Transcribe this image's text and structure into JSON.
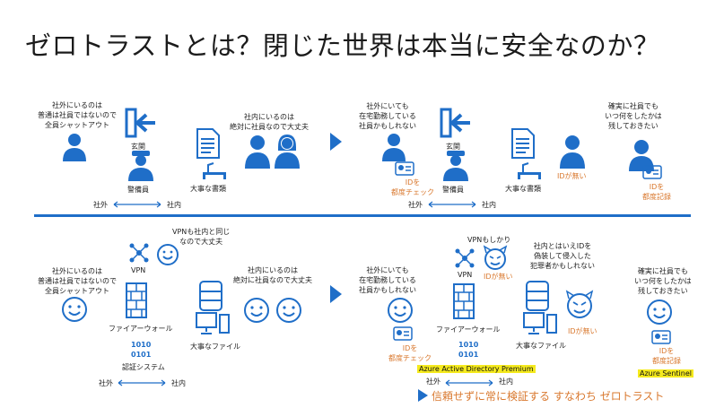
{
  "title": "ゼロトラストとは？閉じた世界は本当に安全なのか？",
  "colors": {
    "blue": "#1f6ec8",
    "orange": "#d9782e",
    "highlight": "#f5ea1e"
  },
  "top_left": {
    "outside_note": "社外にいるのは\n普通は社員ではないので\n全員シャットアウト",
    "entrance_label": "玄関",
    "guard_label": "警備員",
    "inside_note": "社内にいるのは\n絶対に社員なので大丈夫",
    "documents_label": "大事な書類",
    "outside_label": "社外",
    "inside_label": "社内"
  },
  "top_right": {
    "outside_note": "社外にいても\n在宅勤務している\n社員かもしれない",
    "id_check_label": "IDを\n都度チェック",
    "entrance_label": "玄関",
    "guard_label": "警備員",
    "documents_label": "大事な書類",
    "no_id_label": "IDが無い",
    "record_note": "確実に社員でも\nいつ何をしたかは\n残しておきたい",
    "id_record_label": "IDを\n都度記録",
    "outside_label": "社外",
    "inside_label": "社内"
  },
  "bottom_left": {
    "outside_note": "社外にいるのは\n普通は社員ではないので\n全員シャットアウト",
    "vpn_note": "VPNも社内と同じ\nなので大丈夫",
    "vpn_label": "VPN",
    "inside_note": "社内にいるのは\n絶対に社員なので大丈夫",
    "firewall_label": "ファイアーウォール",
    "files_label": "大事なファイル",
    "auth_label": "認証システム",
    "outside_label": "社外",
    "inside_label": "社内"
  },
  "bottom_right": {
    "outside_note": "社外にいても\n在宅勤務している\n社員かもしれない",
    "vpn_maybe": "VPNもしかり",
    "vpn_label": "VPN",
    "no_id_label_1": "IDが無い",
    "intruder_note": "社内とはいえIDを\n偽装して侵入した\n犯罪者かもしれない",
    "id_check_label": "IDを\n都度チェック",
    "firewall_label": "ファイアーウォール",
    "files_label": "大事なファイル",
    "no_id_label_2": "IDが無い",
    "record_note": "確実に社員でも\nいつ何をしたかは\n残しておきたい",
    "id_record_label": "IDを\n都度記録",
    "aad_label": "Azure Active Directory Premium",
    "sentinel_label": "Azure Sentinel",
    "outside_label": "社外",
    "inside_label": "社内"
  },
  "binary_glyph": "1010\n0101",
  "slogan": "信頼せずに常に検証する すなわち ゼロトラスト"
}
